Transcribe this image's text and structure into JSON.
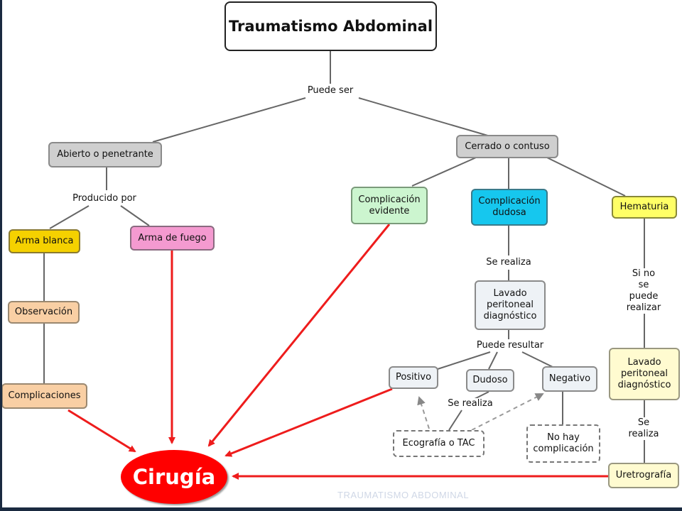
{
  "title": "Traumatismo Abdominal",
  "labels": {
    "puede_ser": "Puede ser",
    "producido_por": "Producido por",
    "se_realiza_1": "Se realiza",
    "puede_resultar": "Puede resultar",
    "se_realiza_2": "Se realiza",
    "si_no_se_puede": "Si no se\npuede realizar",
    "se_realiza_3": "Se realiza"
  },
  "nodes": {
    "abierto": "Abierto o penetrante",
    "cerrado": "Cerrado o contuso",
    "arma_blanca": "Arma blanca",
    "arma_fuego": "Arma de fuego",
    "observacion": "Observación",
    "complicaciones": "Complicaciones",
    "comp_evidente": "Complicación\nevidente",
    "comp_dudosa": "Complicación\ndudosa",
    "hematuria": "Hematuria",
    "lavado_1": "Lavado\nperitoneal\ndiagnóstico",
    "positivo": "Positivo",
    "dudoso": "Dudoso",
    "negativo": "Negativo",
    "ecografia": "Ecografía o TAC",
    "no_hay": "No hay\ncomplicación",
    "lavado_2": "Lavado\nperitoneal\ndiagnóstico",
    "uretrografia": "Uretrografía",
    "cirugia": "Cirugía"
  },
  "watermark": "TRAUMATISMO ABDOMINAL",
  "colors": {
    "arrow_red": "#ee1c1c",
    "connector_grey": "#666666",
    "cirugia_red": "#ff0000"
  }
}
